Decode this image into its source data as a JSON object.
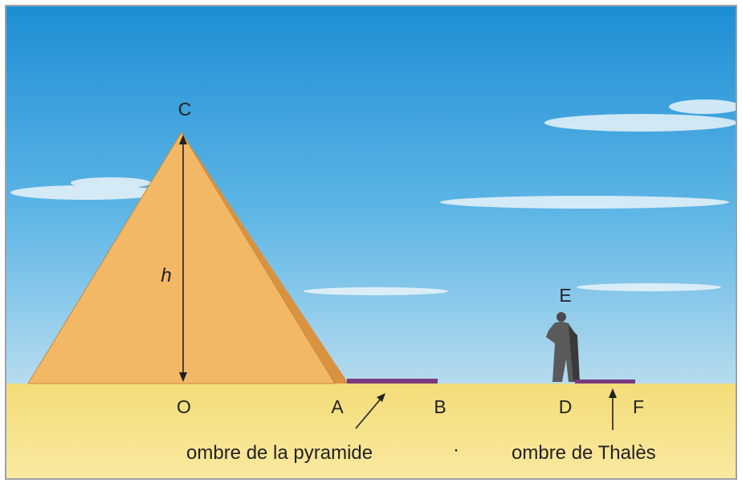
{
  "colors": {
    "sky_top": "#1d8ed4",
    "sky_bottom": "#a8d6ee",
    "sand": "#f7e384",
    "pyramid_face": "#f2b866",
    "pyramid_side": "#d9923f",
    "shadow": "#7a3a82",
    "line": "#222222"
  },
  "points": {
    "C": "C",
    "O": "O",
    "A": "A",
    "B": "B",
    "E": "E",
    "D": "D",
    "F": "F"
  },
  "height_label": "h",
  "captions": {
    "pyramid_shadow": "ombre de la pyramide",
    "pyramid_shadow_dot": "·",
    "thales_shadow": "ombre de Thalès"
  }
}
